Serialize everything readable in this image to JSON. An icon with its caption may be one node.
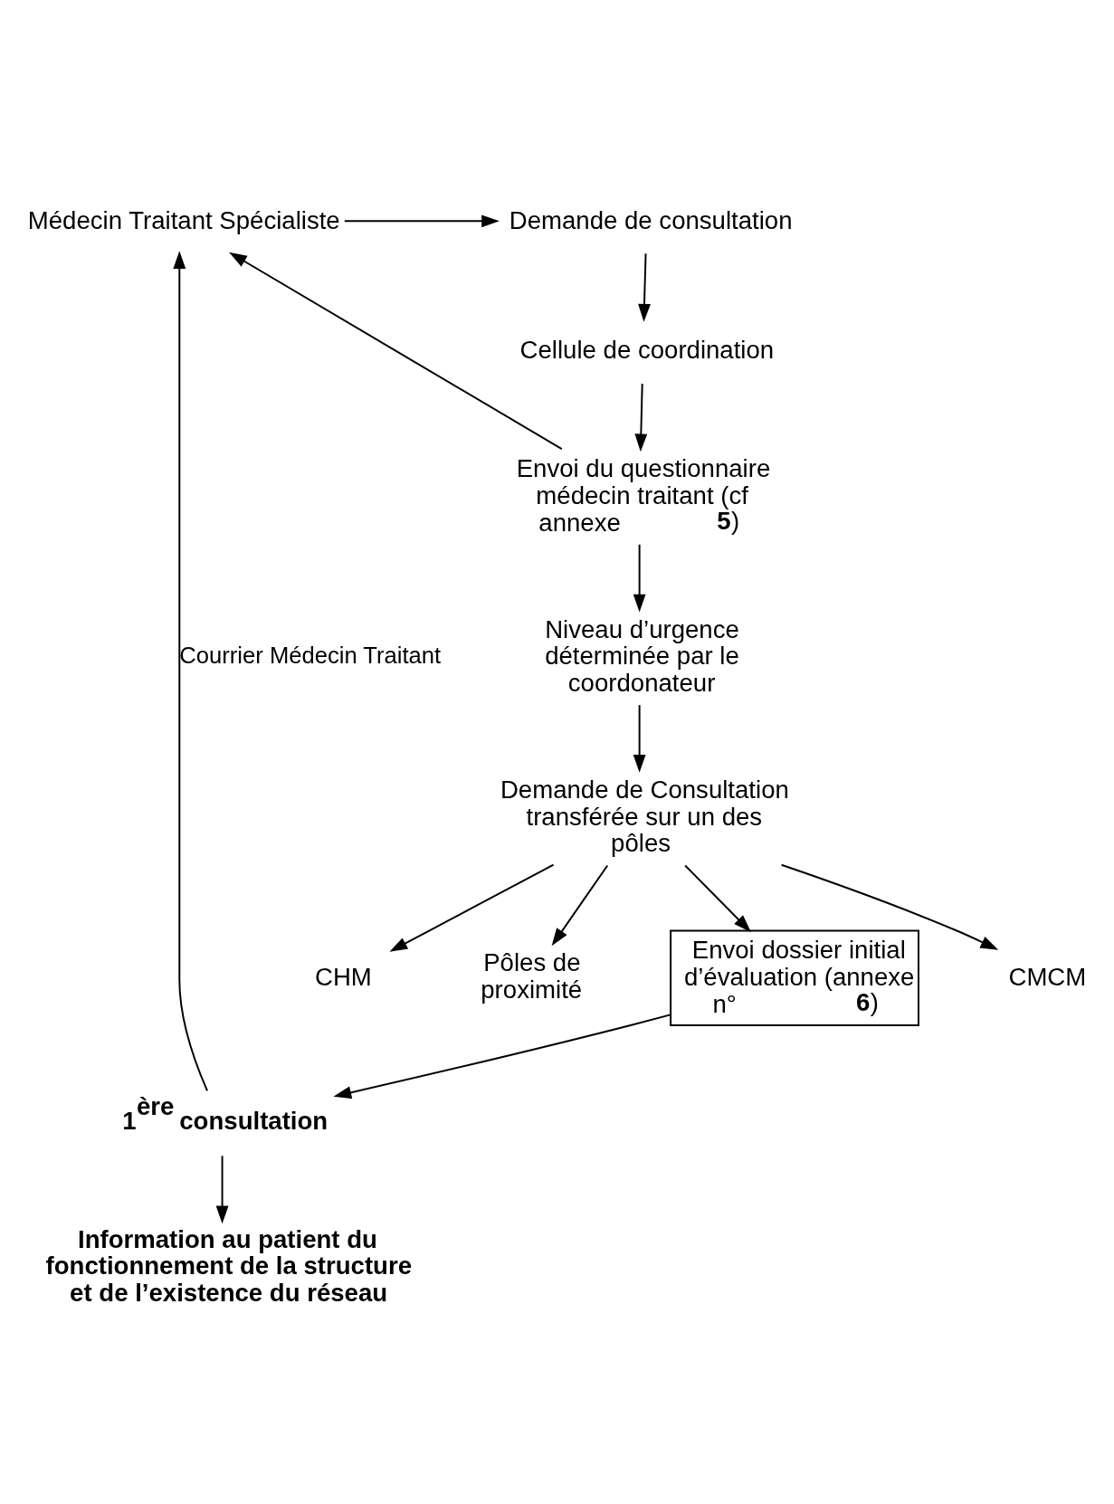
{
  "diagram": {
    "nodes": [
      {
        "text": [
          "Médecin Traitant Spécialiste"
        ]
      },
      {
        "text": [
          "Demande de consultation"
        ]
      },
      {
        "text": [
          "Cellule de coordination"
        ]
      },
      {
        "text": [
          "Envoi du questionnaire médecin traitant (cf annexe **5**)"
        ]
      },
      {
        "text": [
          "Niveau d’urgence déterminée par le coordonateur"
        ]
      },
      {
        "text": [
          "Demande de Consultation transférée sur un des pôles"
        ]
      },
      {
        "text": [
          "CMCM"
        ]
      },
      {
        "text": [
          "CHM"
        ]
      },
      {
        "text": [
          "Pôles de proximité"
        ]
      },
      {
        "text": [
          "Envoi dossier initial d’évaluation (annexe n° **6**)"
        ]
      },
      {
        "text": [
          "1$^{ère}$ consultation"
        ]
      },
      {
        "text": [
          "Information au patient du fonctionnement de la structure et de l’existence du réseau"
        ]
      }
    ],
    "edges": [
      {
        "from": 0,
        "to": 1,
        "arrow": "to"
      },
      {
        "from": 1,
        "to": 2,
        "arrow": "to"
      },
      {
        "from": 2,
        "to": 3,
        "arrow": "to"
      },
      {
        "from": 3,
        "to": 0,
        "arrow": "to"
      },
      {
        "from": 3,
        "to": 4,
        "arrow": "to"
      },
      {
        "from": 4,
        "to": 5,
        "arrow": "to"
      },
      {
        "from": 5,
        "to": 6,
        "arrow": "to"
      },
      {
        "from": 5,
        "to": 7,
        "arrow": "to"
      },
      {
        "from": 5,
        "to": 8,
        "arrow": "to"
      },
      {
        "from": 5,
        "to": 9,
        "arrow": "to"
      },
      {
        "from": 9,
        "to": 10,
        "arrow": "to"
      },
      {
        "from": 10,
        "to": 0,
        "arrow": "to",
        "label": "Courrier Médecin Traitant"
      },
      {
        "from": 10,
        "to": 11,
        "arrow": "to"
      }
    ]
  }
}
